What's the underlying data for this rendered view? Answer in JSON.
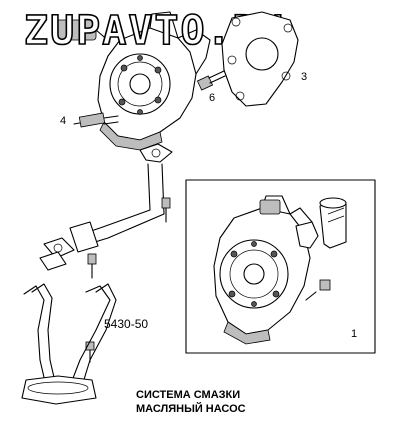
{
  "watermark": "ZUPAVTO.RU",
  "callouts": {
    "part_1": "1",
    "part_3": "3",
    "part_4": "4",
    "part_6": "6"
  },
  "figure_code": "5430-50",
  "caption": {
    "line1": "СИСТЕМА СМАЗКИ",
    "line2": "МАСЛЯНЫЙ НАСОС"
  }
}
